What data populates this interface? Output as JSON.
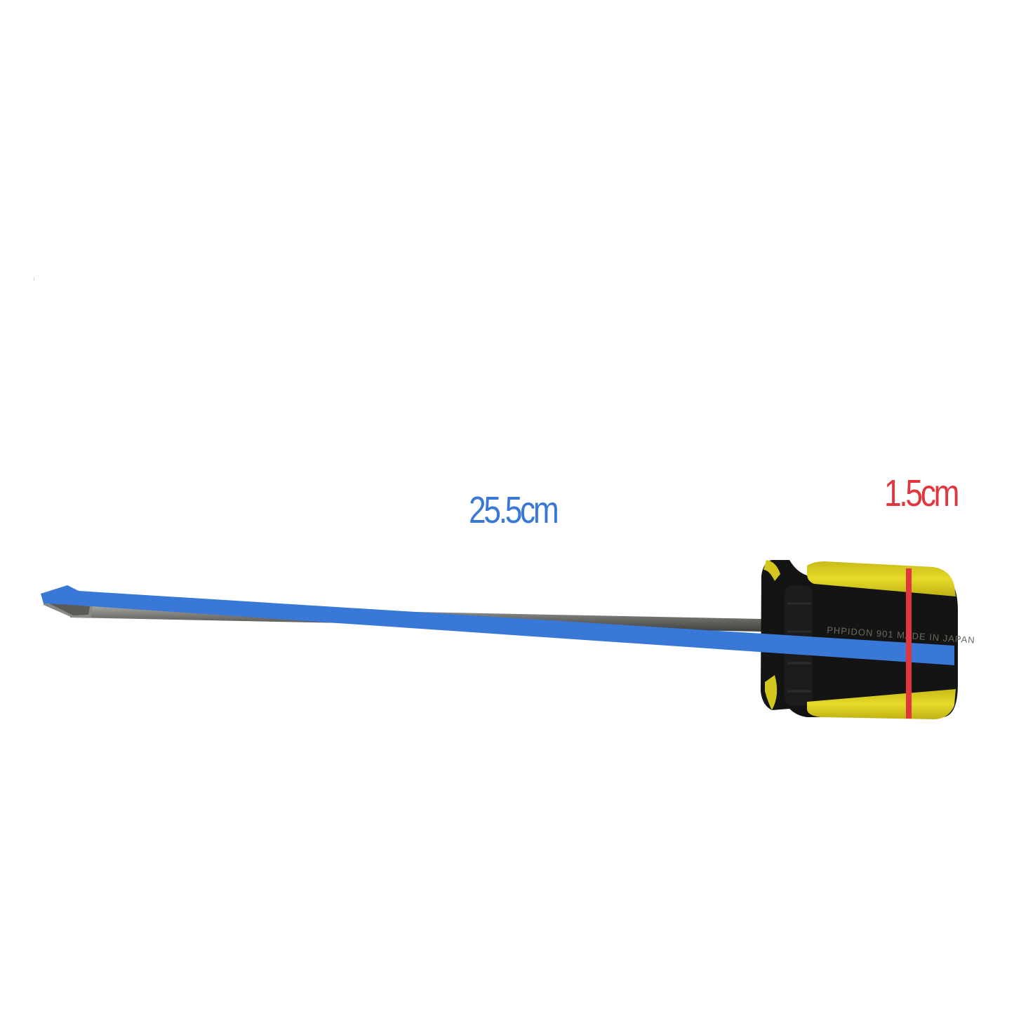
{
  "photo": {
    "subject": "screwdriver",
    "handle_imprint": "PHPIDON 901 MADE IN JAPAN",
    "colors": {
      "background": "#ffffff",
      "handle_black": "#141414",
      "handle_yellow": "#d9cc1c",
      "shaft_grey": "#7c7c78"
    }
  },
  "annotations": {
    "length": {
      "label": "25.5cm",
      "color": "#3a78d8"
    },
    "diameter": {
      "label": "1.5cm",
      "color": "#e2363f"
    }
  }
}
